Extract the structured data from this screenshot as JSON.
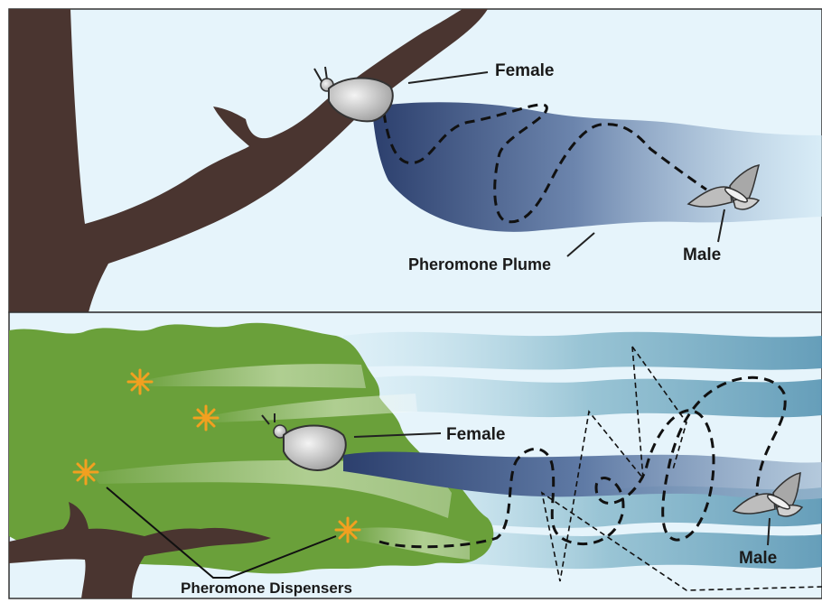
{
  "top_panel": {
    "female_label": "Female",
    "male_label": "Male",
    "plume_label": "Pheromone Plume"
  },
  "bottom_panel": {
    "female_label": "Female",
    "male_label": "Male",
    "dispensers_label": "Pheromone Dispensers",
    "dispenser_count": 4
  },
  "colors": {
    "sky": "#e6f4fb",
    "bark": "#4a3530",
    "foliage": "#6aa03a",
    "plume_dark": "#2f4473",
    "dispenser": "#f2a020",
    "moth": "#bdbdbd"
  }
}
